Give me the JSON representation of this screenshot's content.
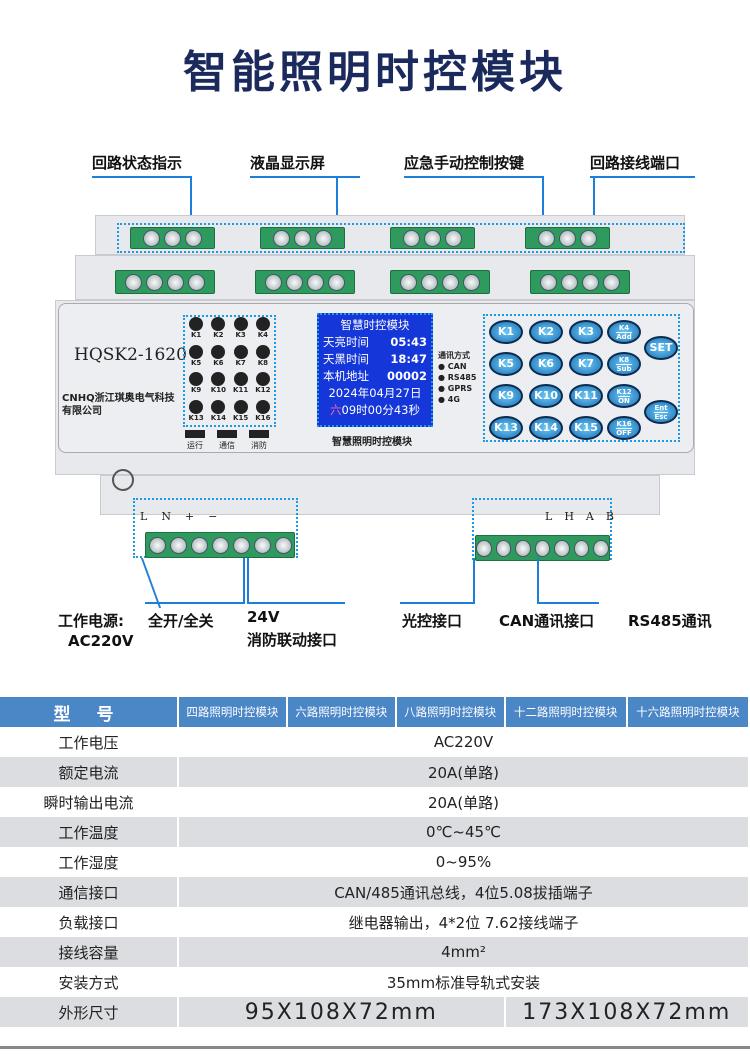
{
  "title": "智能照明时控模块",
  "callouts": {
    "status": "回路状态指示",
    "lcd": "液晶显示屏",
    "keys": "应急手动控制按键",
    "ports": "回路接线端口",
    "power_1": "工作电源:",
    "power_2": "AC220V",
    "allonoff": "全开/全关",
    "fire_1": "24V",
    "fire_2": "消防联动接口",
    "light": "光控接口",
    "can": "CAN通讯接口",
    "rs485": "RS485通讯"
  },
  "device": {
    "model": "HQSK2-1620",
    "company": "CNHQ浙江琪奥电气科技有限公司",
    "leds": [
      "K1",
      "K2",
      "K3",
      "K4",
      "K5",
      "K6",
      "K7",
      "K8",
      "K9",
      "K10",
      "K11",
      "K12",
      "K13",
      "K14",
      "K15",
      "K16"
    ],
    "indicators": [
      "运行",
      "通信",
      "消防"
    ],
    "lcd": {
      "title": "智慧时控模块",
      "rows": [
        {
          "k": "天亮时间",
          "v": "05:43"
        },
        {
          "k": "天黑时间",
          "v": "18:47"
        },
        {
          "k": "本机地址",
          "v": "00002"
        }
      ],
      "date": "2024年04月27日",
      "weekday": "六",
      "time": "09时00分43秒",
      "caption": "智慧照明时控模块"
    },
    "comm": {
      "title": "通讯方式",
      "items": [
        "CAN",
        "RS485",
        "GPRS",
        "4G"
      ]
    },
    "keys": [
      "K1",
      "K2",
      "K3",
      "K5",
      "K6",
      "K7",
      "K9",
      "K10",
      "K11",
      "K13",
      "K14",
      "K15"
    ],
    "fn_keys": [
      {
        "t": "K4",
        "b": "Add"
      },
      {
        "t": "K8",
        "b": "Sub"
      },
      {
        "t": "K12",
        "b": "ON"
      },
      {
        "t": "K16",
        "b": "OFF"
      }
    ],
    "set": "SET",
    "ent": {
      "t": "Ent",
      "b": "Esc"
    },
    "terms_left": [
      "L",
      "N",
      "+",
      "−"
    ],
    "terms_right": [
      "L",
      "H",
      "A",
      "B"
    ]
  },
  "table": {
    "header": [
      "型 号",
      "四路照明时控模块",
      "六路照明时控模块",
      "八路照明时控模块",
      "十二路照明时控模块",
      "十六路照明时控模块"
    ],
    "rows": [
      {
        "k": "工作电压",
        "v": "AC220V"
      },
      {
        "k": "额定电流",
        "v": "20A(单路)"
      },
      {
        "k": "瞬时输出电流",
        "v": "20A(单路)"
      },
      {
        "k": "工作温度",
        "v": "0℃~45℃"
      },
      {
        "k": "工作湿度",
        "v": "0~95%"
      },
      {
        "k": "通信接口",
        "v": "CAN/485通讯总线，4位5.08拔插端子"
      },
      {
        "k": "负载接口",
        "v": "继电器输出，4*2位 7.62接线端子"
      },
      {
        "k": "接线容量",
        "v": "4mm²"
      },
      {
        "k": "安装方式",
        "v": "35mm标准导轨式安装"
      }
    ],
    "size": {
      "k": "外形尺寸",
      "a": "95X108X72mm",
      "b": "173X108X72mm"
    }
  }
}
